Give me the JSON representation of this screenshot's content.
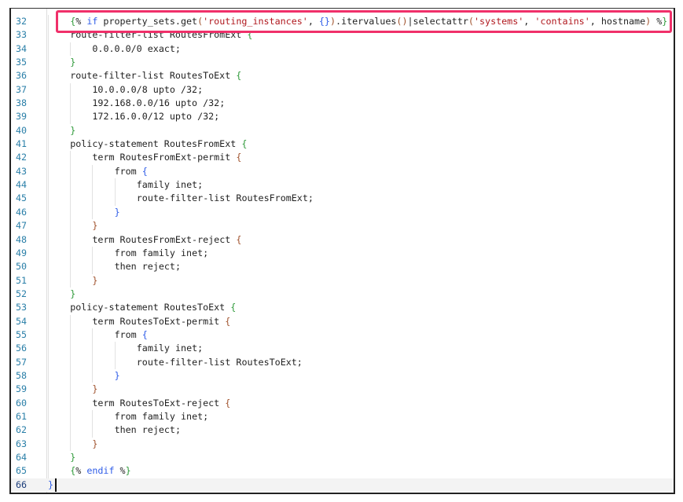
{
  "lines": [
    {
      "n": "32",
      "i": 1,
      "t": [
        [
          "{",
          "g"
        ],
        [
          "% ",
          ""
        ],
        [
          "if",
          "k"
        ],
        [
          " property_sets.get",
          ""
        ],
        [
          "(",
          "b"
        ],
        [
          "'routing_instances'",
          "s"
        ],
        [
          ", ",
          ""
        ],
        [
          "{}",
          "bl"
        ],
        [
          ")",
          "b"
        ],
        [
          ".itervalues",
          ""
        ],
        [
          "()",
          "b"
        ],
        [
          "|selectattr",
          ""
        ],
        [
          "(",
          "b"
        ],
        [
          "'systems'",
          "s"
        ],
        [
          ", ",
          ""
        ],
        [
          "'contains'",
          "s"
        ],
        [
          ", hostname",
          ""
        ],
        [
          ")",
          "b"
        ],
        [
          " %",
          ""
        ],
        [
          "}",
          "g"
        ]
      ]
    },
    {
      "n": "33",
      "i": 1,
      "t": [
        [
          "route-filter-list RoutesFromExt ",
          ""
        ],
        [
          "{",
          "g"
        ]
      ]
    },
    {
      "n": "34",
      "i": 2,
      "t": [
        [
          "0.0.0.0/0 exact;",
          ""
        ]
      ]
    },
    {
      "n": "35",
      "i": 1,
      "t": [
        [
          "}",
          "g"
        ]
      ]
    },
    {
      "n": "36",
      "i": 1,
      "t": [
        [
          "route-filter-list RoutesToExt ",
          ""
        ],
        [
          "{",
          "g"
        ]
      ]
    },
    {
      "n": "37",
      "i": 2,
      "t": [
        [
          "10.0.0.0/8 upto /32;",
          ""
        ]
      ]
    },
    {
      "n": "38",
      "i": 2,
      "t": [
        [
          "192.168.0.0/16 upto /32;",
          ""
        ]
      ]
    },
    {
      "n": "39",
      "i": 2,
      "t": [
        [
          "172.16.0.0/12 upto /32;",
          ""
        ]
      ]
    },
    {
      "n": "40",
      "i": 1,
      "t": [
        [
          "}",
          "g"
        ]
      ]
    },
    {
      "n": "41",
      "i": 1,
      "t": [
        [
          "policy-statement RoutesFromExt ",
          ""
        ],
        [
          "{",
          "g"
        ]
      ]
    },
    {
      "n": "42",
      "i": 2,
      "t": [
        [
          "term RoutesFromExt-permit ",
          ""
        ],
        [
          "{",
          "b"
        ]
      ]
    },
    {
      "n": "43",
      "i": 3,
      "t": [
        [
          "from ",
          ""
        ],
        [
          "{",
          "bl"
        ]
      ]
    },
    {
      "n": "44",
      "i": 4,
      "t": [
        [
          "family inet;",
          ""
        ]
      ]
    },
    {
      "n": "45",
      "i": 4,
      "t": [
        [
          "route-filter-list RoutesFromExt;",
          ""
        ]
      ]
    },
    {
      "n": "46",
      "i": 3,
      "t": [
        [
          "}",
          "bl"
        ]
      ]
    },
    {
      "n": "47",
      "i": 2,
      "t": [
        [
          "}",
          "b"
        ]
      ]
    },
    {
      "n": "48",
      "i": 2,
      "t": [
        [
          "term RoutesFromExt-reject ",
          ""
        ],
        [
          "{",
          "b"
        ]
      ]
    },
    {
      "n": "49",
      "i": 3,
      "t": [
        [
          "from family inet;",
          ""
        ]
      ]
    },
    {
      "n": "50",
      "i": 3,
      "t": [
        [
          "then reject;",
          ""
        ]
      ]
    },
    {
      "n": "51",
      "i": 2,
      "t": [
        [
          "}",
          "b"
        ]
      ]
    },
    {
      "n": "52",
      "i": 1,
      "t": [
        [
          "}",
          "g"
        ]
      ]
    },
    {
      "n": "53",
      "i": 1,
      "t": [
        [
          "policy-statement RoutesToExt ",
          ""
        ],
        [
          "{",
          "g"
        ]
      ]
    },
    {
      "n": "54",
      "i": 2,
      "t": [
        [
          "term RoutesToExt-permit ",
          ""
        ],
        [
          "{",
          "b"
        ]
      ]
    },
    {
      "n": "55",
      "i": 3,
      "t": [
        [
          "from ",
          ""
        ],
        [
          "{",
          "bl"
        ]
      ]
    },
    {
      "n": "56",
      "i": 4,
      "t": [
        [
          "family inet;",
          ""
        ]
      ]
    },
    {
      "n": "57",
      "i": 4,
      "t": [
        [
          "route-filter-list RoutesToExt;",
          ""
        ]
      ]
    },
    {
      "n": "58",
      "i": 3,
      "t": [
        [
          "}",
          "bl"
        ]
      ]
    },
    {
      "n": "59",
      "i": 2,
      "t": [
        [
          "}",
          "b"
        ]
      ]
    },
    {
      "n": "60",
      "i": 2,
      "t": [
        [
          "term RoutesToExt-reject ",
          ""
        ],
        [
          "{",
          "b"
        ]
      ]
    },
    {
      "n": "61",
      "i": 3,
      "t": [
        [
          "from family inet;",
          ""
        ]
      ]
    },
    {
      "n": "62",
      "i": 3,
      "t": [
        [
          "then reject;",
          ""
        ]
      ]
    },
    {
      "n": "63",
      "i": 2,
      "t": [
        [
          "}",
          "b"
        ]
      ]
    },
    {
      "n": "64",
      "i": 1,
      "t": [
        [
          "}",
          "g"
        ]
      ]
    },
    {
      "n": "65",
      "i": 1,
      "t": [
        [
          "{",
          "g"
        ],
        [
          "% ",
          ""
        ],
        [
          "endif",
          "k"
        ],
        [
          " %",
          ""
        ],
        [
          "}",
          "g"
        ]
      ]
    },
    {
      "n": "66",
      "i": 0,
      "t": [
        [
          "}",
          "bl"
        ]
      ],
      "current": true
    }
  ],
  "colors": {
    "highlight_box": "#f0306a",
    "brace_green": "#2f9a3a",
    "brace_brown": "#a0522d",
    "brace_blue": "#2f5de8",
    "string": "#b0181e"
  }
}
